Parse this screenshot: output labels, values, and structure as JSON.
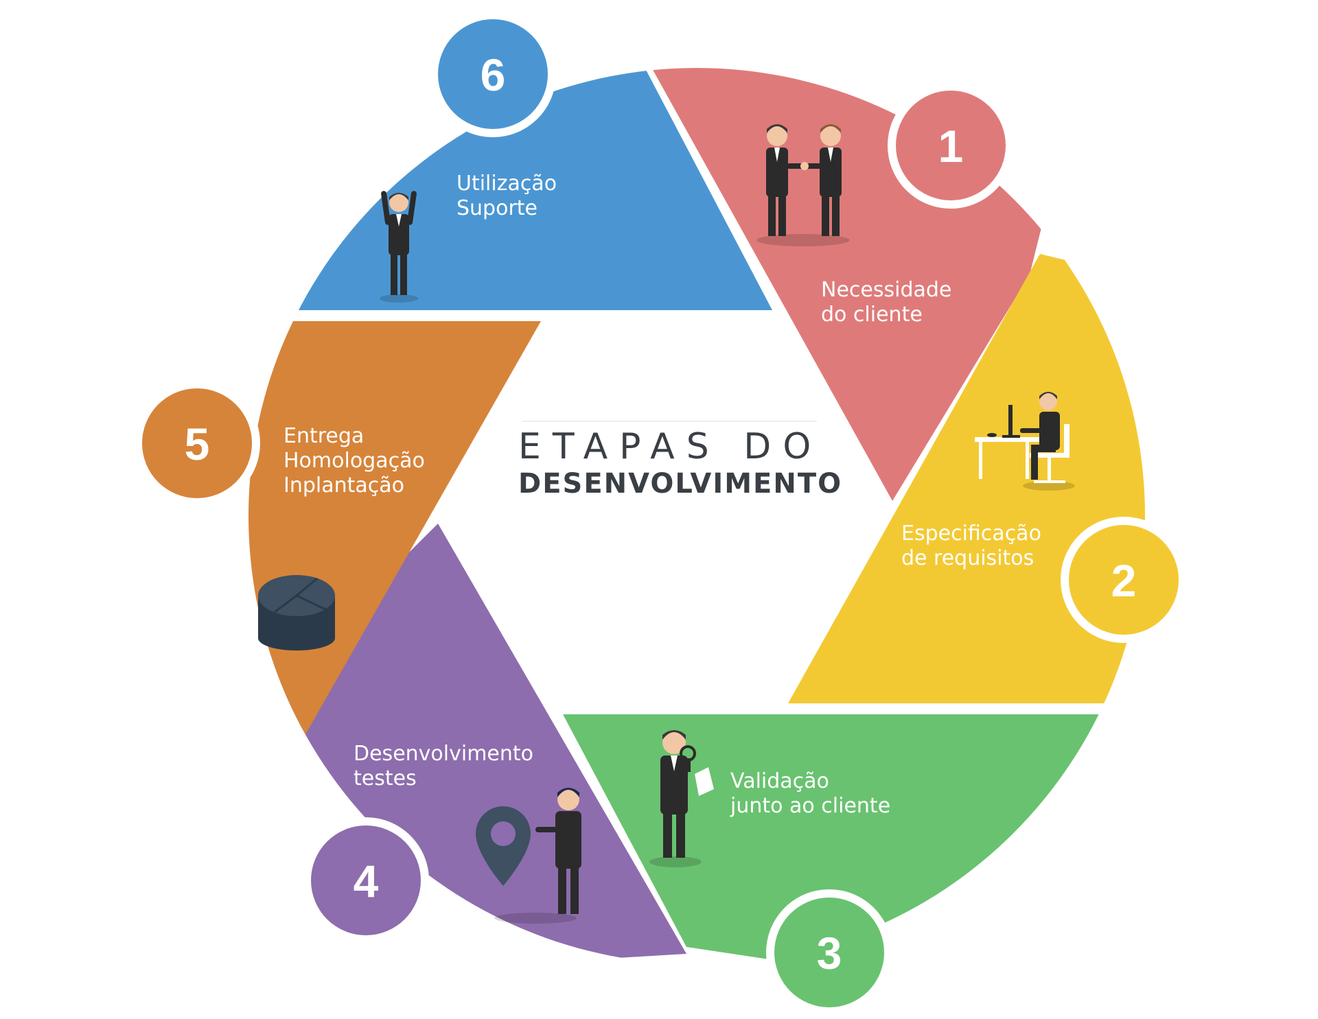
{
  "title": {
    "line1": "ETAPAS DO",
    "line2": "DESENVOLVIMENTO"
  },
  "colors": {
    "red": "#DE7B7A",
    "yellow": "#F3C933",
    "green": "#69C270",
    "purple": "#8D6DAD",
    "orange": "#D6843A",
    "blue": "#4B96D2",
    "figure_dark": "#2B2B2B",
    "icon_slate": "#3E5062"
  },
  "steps": [
    {
      "number": "1",
      "lines": [
        "Necessidade",
        "do cliente"
      ],
      "color": "#DE7B7A",
      "icon": "handshake-icon"
    },
    {
      "number": "2",
      "lines": [
        "Especificação",
        "de requisitos"
      ],
      "color": "#F3C933",
      "icon": "desk-worker-icon"
    },
    {
      "number": "3",
      "lines": [
        "Validação",
        "junto ao cliente"
      ],
      "color": "#69C270",
      "icon": "magnifier-inspector-icon"
    },
    {
      "number": "4",
      "lines": [
        "Desenvolvimento",
        "testes"
      ],
      "color": "#8D6DAD",
      "icon": "map-pin-icon"
    },
    {
      "number": "5",
      "lines": [
        "Entrega",
        "Homologação",
        "Inplantação"
      ],
      "color": "#D6843A",
      "icon": "database-icon"
    },
    {
      "number": "6",
      "lines": [
        "Utilização",
        "Suporte"
      ],
      "color": "#4B96D2",
      "icon": "hands-up-person-icon"
    }
  ]
}
